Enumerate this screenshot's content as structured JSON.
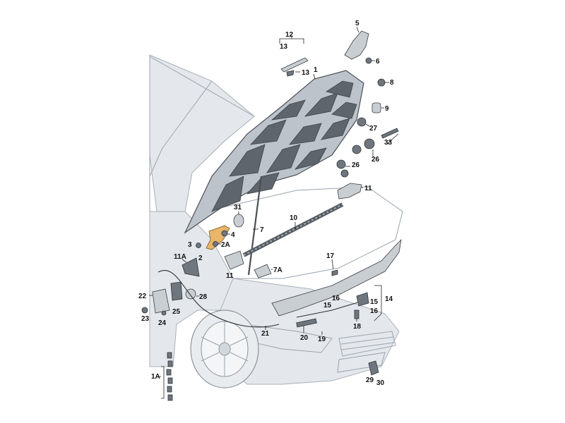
{
  "diagram": {
    "colors": {
      "background": "#ffffff",
      "body_panel": "#e4e8ec",
      "hood_outer": "#bcc3ca",
      "hood_inner": "#5e656d",
      "highlight_part": "#e8b56a",
      "label_text": "#111111"
    },
    "labels": {
      "l1": "1",
      "l1A": "1A",
      "l2": "2",
      "l2A": "2A",
      "l3": "3",
      "l4": "4",
      "l5": "5",
      "l6": "6",
      "l7": "7",
      "l7A": "7A",
      "l8": "8",
      "l9": "9",
      "l10": "10",
      "l11a": "11",
      "l11b": "11",
      "l11A": "11A",
      "l12": "12",
      "l13a": "13",
      "l13b": "13",
      "l14": "14",
      "l15a": "15",
      "l15b": "15",
      "l16a": "16",
      "l16b": "16",
      "l17": "17",
      "l18": "18",
      "l19": "19",
      "l20": "20",
      "l21": "21",
      "l22": "22",
      "l23": "23",
      "l24": "24",
      "l25": "25",
      "l26a": "26",
      "l26b": "26",
      "l27": "27",
      "l28": "28",
      "l29": "29",
      "l30": "30",
      "l31": "31",
      "l33": "33"
    }
  }
}
